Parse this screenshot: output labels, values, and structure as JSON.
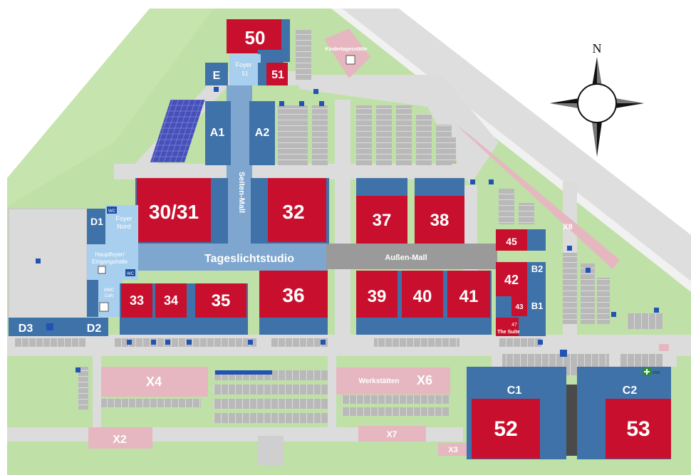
{
  "compass": {
    "north": "N"
  },
  "halls": {
    "h50": "50",
    "h51": "51",
    "e": "E",
    "foyer51_title": "Foyer",
    "foyer51_num": "51",
    "a1": "A1",
    "a2": "A2",
    "h3031": "30/31",
    "h32": "32",
    "h37": "37",
    "h38": "38",
    "h33": "33",
    "h34": "34",
    "h35": "35",
    "h36": "36",
    "h39": "39",
    "h40": "40",
    "h41": "41",
    "h45": "45",
    "h42": "42",
    "h43": "43",
    "h47": "47",
    "the_suite": "The Suite",
    "b1": "B1",
    "b2": "B2",
    "d1": "D1",
    "d2": "D2",
    "d3": "D3",
    "c1": "C1",
    "c2": "C2",
    "h52": "52",
    "h53": "53"
  },
  "labels": {
    "seiten_mall": "Seiten-Mall",
    "tageslichtstudio": "Tageslichtstudio",
    "aussen_mall": "Außen-Mall",
    "foyer_nord_1": "Foyer",
    "foyer_nord_2": "Nord",
    "hauptfoyer_1": "Hauptfoyer/",
    "hauptfoyer_2": "Eingangshalle",
    "mmc_1": "MMC",
    "mmc_2": "Cafe",
    "wc": "WC",
    "kita": "Kindertagesstätte",
    "werkstaetten": "Werkstätten",
    "x2": "X2",
    "x3": "X3",
    "x4": "X4",
    "x6": "X6",
    "x7": "X7",
    "x8": "X8",
    "first_aid": "RMK"
  },
  "colors": {
    "hall_red": "#c8102e",
    "hall_blue": "#3f72a8",
    "foyer_blue": "#a9cfee",
    "mall_grey": "#9a9a9a",
    "grass": "#bfe0a6",
    "road": "#dcdcdc",
    "pink": "#e6b7c1",
    "solar": "#3d47b0"
  }
}
